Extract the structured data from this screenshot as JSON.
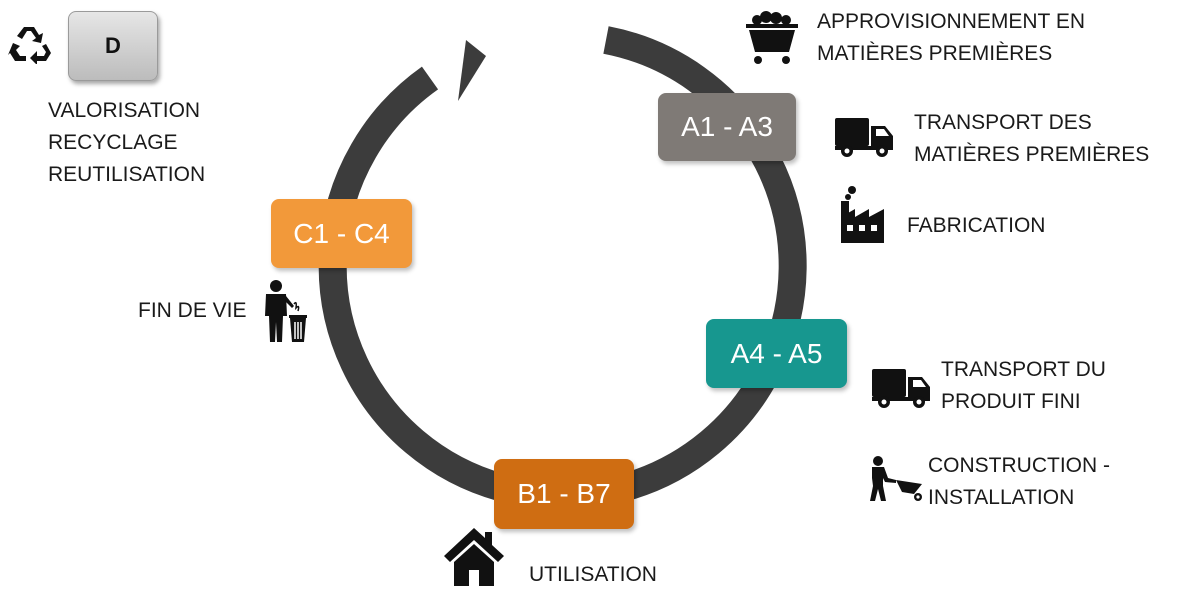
{
  "colors": {
    "ring": "#3c3c3c",
    "a1_a3": "#7f7a76",
    "a4_a5": "#17978f",
    "b1_b7": "#cf6d12",
    "c1_c4": "#f2993a",
    "icon": "#111111"
  },
  "stages": {
    "a1_a3": "A1 - A3",
    "a4_a5": "A4 - A5",
    "b1_b7": "B1 - B7",
    "c1_c4": "C1 - C4",
    "d": "D"
  },
  "labels": {
    "approvisionnement": [
      "APPROVISIONNEMENT EN",
      "MATIÈRES PREMIÈRES"
    ],
    "transport_matieres": [
      "TRANSPORT DES",
      "MATIÈRES PREMIÈRES"
    ],
    "fabrication": "FABRICATION",
    "transport_produit": [
      "TRANSPORT DU",
      "PRODUIT FINI"
    ],
    "construction": [
      "CONSTRUCTION -",
      "INSTALLATION"
    ],
    "utilisation": "UTILISATION",
    "fin_de_vie": "FIN DE VIE",
    "valorisation": [
      "VALORISATION",
      "RECYCLAGE",
      "REUTILISATION"
    ]
  },
  "icons": [
    "recycle-icon",
    "mine-cart-icon",
    "truck-icon",
    "factory-icon",
    "truck-icon",
    "wheelbarrow-worker-icon",
    "house-icon",
    "person-trash-icon"
  ]
}
